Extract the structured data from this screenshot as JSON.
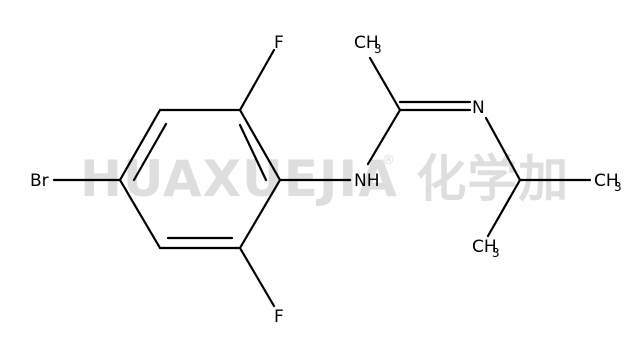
{
  "molecule": {
    "atoms": {
      "br": "Br",
      "f_top": "F",
      "f_bottom": "F",
      "nh": "NH",
      "n": "N",
      "c_top": "C",
      "c_right": "C",
      "c_bottom": "C"
    },
    "subscripts": {
      "ch3_top": "3",
      "ch3_right": "3",
      "ch3_bottom": "3"
    },
    "hydrogens": {
      "ch3_top": "H",
      "ch3_right": "H",
      "ch3_bottom": "H"
    }
  },
  "watermark": {
    "text": "HUAXUEJIA 化学加",
    "registered": "®"
  }
}
